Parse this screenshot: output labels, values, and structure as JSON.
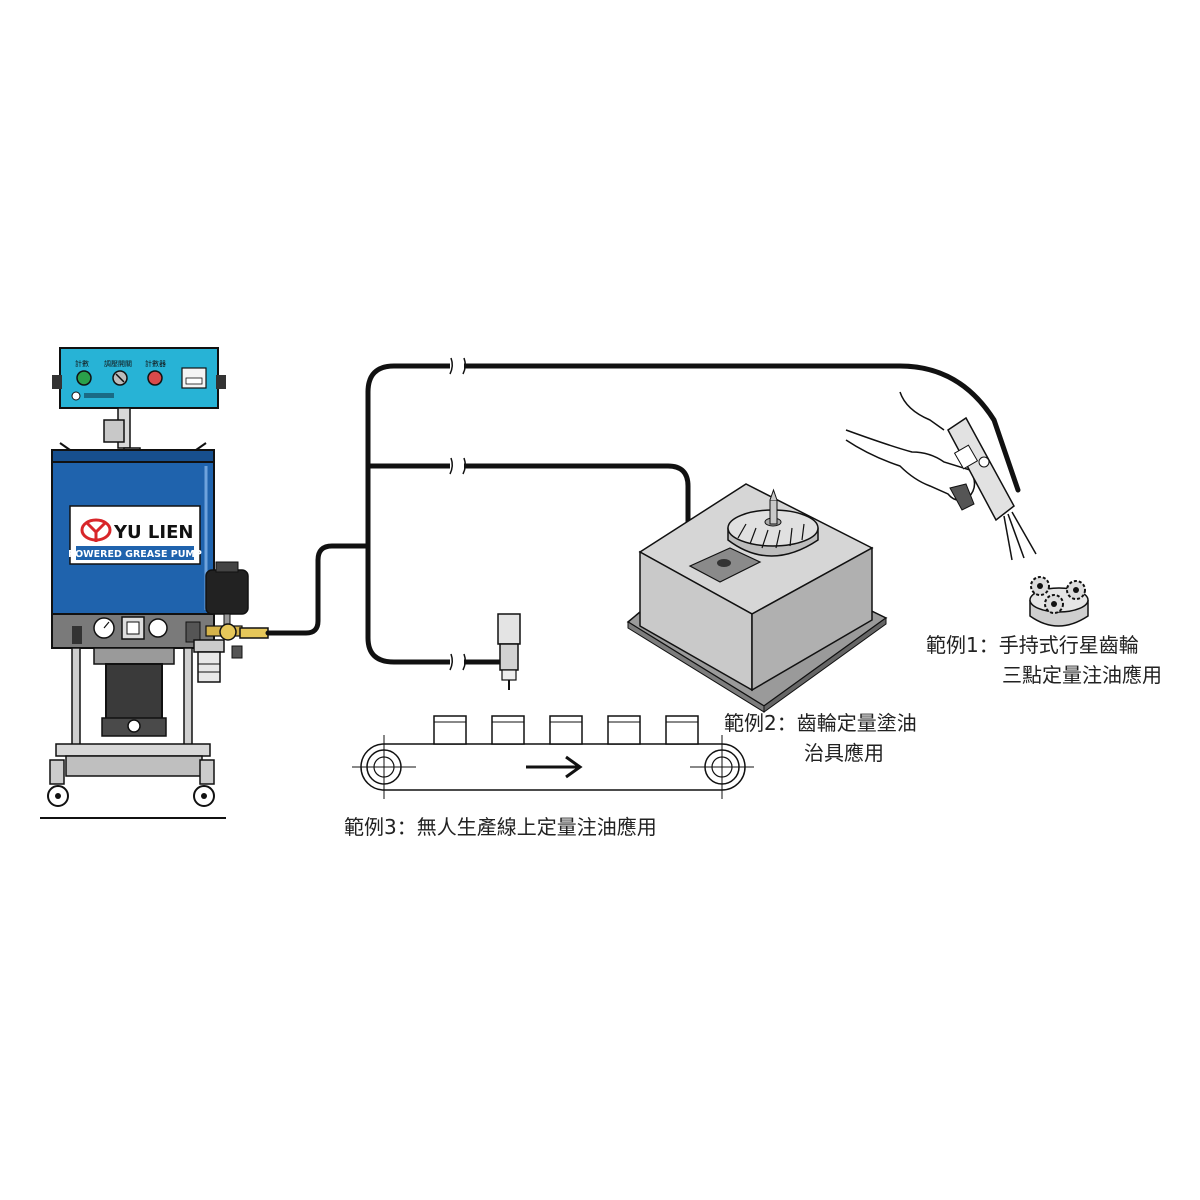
{
  "pump": {
    "brand": "YU LIEN",
    "product": "POWERED GREASE PUMP",
    "control_labels": [
      "計數",
      "調壓開關",
      "計數器"
    ],
    "body_color": "#1f63ad",
    "panel_color": "#27b3d6"
  },
  "examples": [
    {
      "id": "example-1",
      "lines": [
        "範例1：手持式行星齒輪",
        "三點定量注油應用"
      ]
    },
    {
      "id": "example-2",
      "lines": [
        "範例2：齒輪定量塗油",
        "治具應用"
      ]
    },
    {
      "id": "example-3",
      "lines": [
        "範例3：無人生產線上定量注油應用"
      ]
    }
  ]
}
